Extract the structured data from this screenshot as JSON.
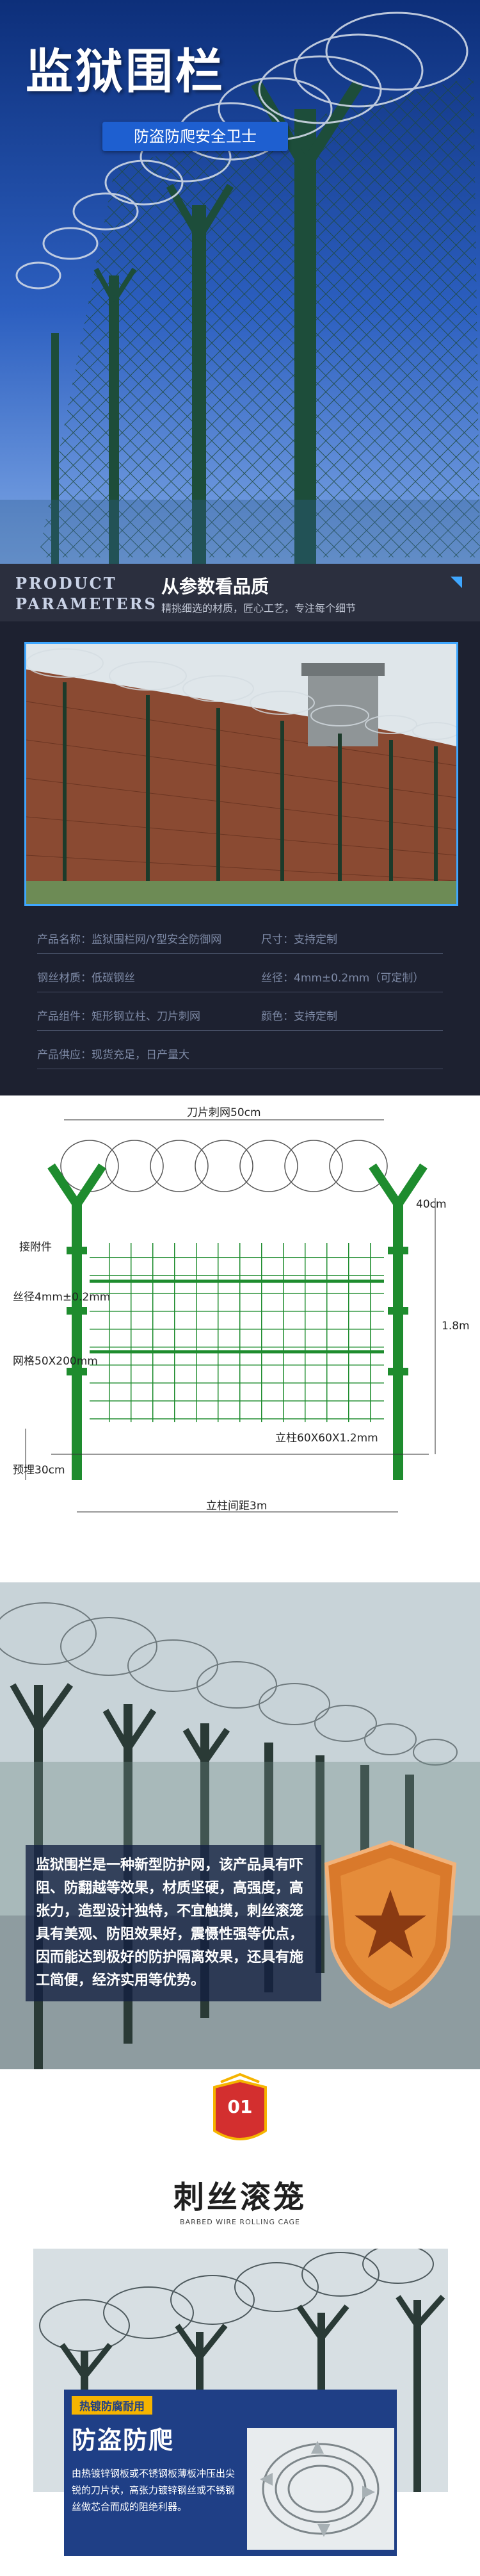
{
  "hero": {
    "title": "监狱围栏",
    "subtitle": "防盗防爬安全卫士"
  },
  "params": {
    "en_line1": "PRODUCT",
    "en_line2": "PARAMETERS",
    "heading": "从参数看品质",
    "subheading": "精挑细选的材质，匠心工艺，专注每个细节",
    "rows": [
      {
        "left": "产品名称：监狱围栏网/Y型安全防御网",
        "right": "尺寸：支持定制"
      },
      {
        "left": "钢丝材质：低碳钢丝",
        "right": "丝径：4mm±0.2mm（可定制）"
      },
      {
        "left": "产品组件：矩形钢立柱、刀片刺网",
        "right": "颜色：支持定制"
      },
      {
        "left": "产品供应：现货充足，日产量大",
        "right": ""
      }
    ]
  },
  "diagram": {
    "blade": "刀片刺网50cm",
    "angle": "40cm",
    "connector": "接附件",
    "wire": "丝径4mm±0.2mm",
    "height": "1.8m",
    "mesh": "网格50X200mm",
    "post": "立柱60X60X1.2mm",
    "embed": "预埋30cm",
    "spacing": "立柱间距3m"
  },
  "section4": {
    "description": "监狱围栏是一种新型防护网，该产品具有吓阻、防翻越等效果，材质坚硬，高强度，高张力，造型设计独特，不宜触摸，刺丝滚笼具有美观、防阻效果好，震慑性强等优点，因而能达到极好的防护隔离效果，还具有施工简便，经济实用等优势。"
  },
  "section5": {
    "badge_num": "01",
    "title": "刺丝滚笼",
    "en_title": "BARBED WIRE ROLLING CAGE",
    "tag": "热镀防腐耐用",
    "panel_title": "防盗防爬",
    "panel_text": "由热镀锌钢板或不锈钢板薄板冲压出尖锐的刀片状，高张力镀锌钢丝或不锈钢丝做芯合而成的阻绝利器。"
  },
  "colors": {
    "accent_blue": "#3fa7ff",
    "panel_dark": "#1d2130",
    "fence_green": "#1e8c2e",
    "badge_gold": "#f5b400"
  }
}
